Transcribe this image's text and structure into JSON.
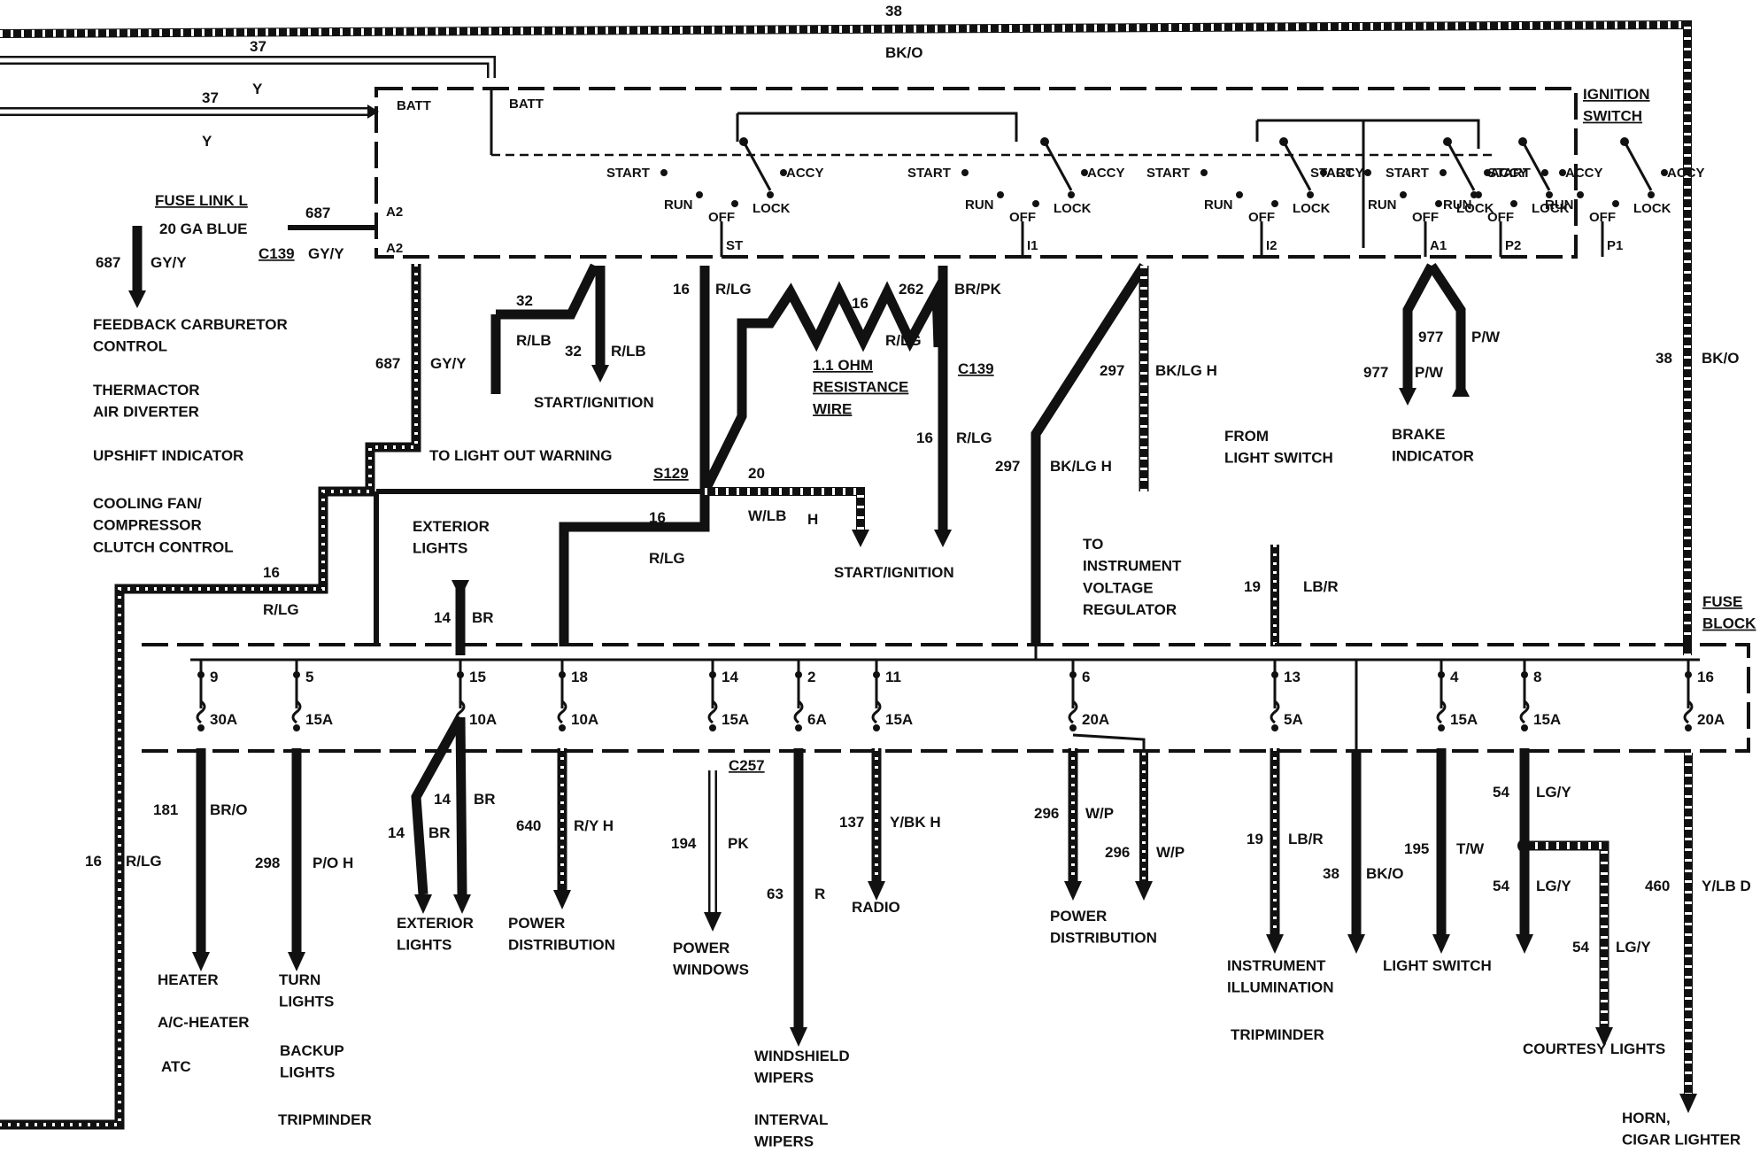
{
  "diagram": {
    "blocks": {
      "ignition_switch": "IGNITION\nSWITCH",
      "fuse_block": "FUSE\nBLOCK"
    },
    "top": {
      "wire_38": "38",
      "wire_38_color": "BK/O",
      "wire_37a": "37",
      "wire_37b": "37",
      "y1": "Y",
      "y2": "Y",
      "batt1": "BATT",
      "batt2": "BATT"
    },
    "switch_sections": [
      {
        "start": "START",
        "run": "RUN",
        "off": "OFF",
        "lock": "LOCK",
        "accy": "ACCY",
        "terminal": "A2"
      },
      {
        "start": "START",
        "run": "RUN",
        "off": "OFF",
        "lock": "LOCK",
        "accy": "ACCY",
        "terminal": "ST"
      },
      {
        "start": "START",
        "run": "RUN",
        "off": "OFF",
        "lock": "LOCK",
        "accy": "ACCY",
        "terminal": "I1"
      },
      {
        "start": "START",
        "run": "RUN",
        "off": "OFF",
        "lock": "LOCK",
        "accy": "ACCY",
        "terminal": "I2"
      },
      {
        "start": "START",
        "run": "RUN",
        "off": "OFF",
        "lock": "LOCK",
        "accy": "ACCY",
        "terminal": "A1"
      },
      {
        "start": "START",
        "run": "RUN",
        "off": "OFF",
        "lock": "LOCK",
        "accy": "ACCY",
        "terminal": "P2"
      },
      {
        "start": "START",
        "run": "RUN",
        "off": "OFF",
        "lock": "LOCK",
        "accy": "ACCY",
        "terminal": "P1"
      }
    ],
    "left_group": {
      "fuse_link": "FUSE LINK L",
      "fuse_link_ga": "20 GA BLUE",
      "connector_c139": "C139",
      "wire_687": "687",
      "color_gyy": "GY/Y",
      "wire_687b": "687",
      "color_gyy_b": "GY/Y",
      "a2_top": "A2",
      "a2_bottom": "A2",
      "feedback": "FEEDBACK CARBURETOR\nCONTROL",
      "thermactor": "THERMACTOR\nAIR DIVERTER",
      "upshift": "UPSHIFT INDICATOR",
      "cooling_fan": "COOLING FAN/\nCOMPRESSOR\nCLUTCH CONTROL",
      "wire_687c": "687",
      "color_gyy_c": "GY/Y",
      "to_light_out": "TO LIGHT OUT WARNING",
      "wire_16": "16",
      "color_rlg": "R/LG",
      "exterior_lights_top": "EXTERIOR\nLIGHTS",
      "wire_16_left": "16",
      "color_rlg_left": "R/LG"
    },
    "center_group": {
      "wire_32a": "32",
      "color_rlb_a": "R/LB",
      "wire_32b": "32",
      "color_rlb_b": "R/LB",
      "start_ignition_1": "START/IGNITION",
      "wire_16a": "16",
      "color_rlg_a": "R/LG",
      "res_16": "16",
      "res_color": "R/LG",
      "wire_262": "262",
      "color_brpk": "BR/PK",
      "resistance": "1.1 OHM\nRESISTANCE\nWIRE",
      "c139": "C139",
      "wire_16c": "16",
      "color_rlg_c": "R/LG",
      "s129": "S129",
      "wire_20": "20",
      "color_wlb": "W/LB",
      "h_mark": "H",
      "wire_16d": "16",
      "color_rlg_d": "R/LG",
      "start_ignition_2": "START/IGNITION",
      "wire_297a": "297",
      "color_bklg_a": "BK/LG H",
      "wire_297b": "297",
      "color_bklg_b": "BK/LG H",
      "to_instrument": "TO\nINSTRUMENT\nVOLTAGE\nREGULATOR",
      "from_light_switch": "FROM\nLIGHT SWITCH",
      "wire_977a": "977",
      "color_pw_a": "P/W",
      "wire_977b": "977",
      "color_pw_b": "P/W",
      "brake_indicator": "BRAKE\nINDICATOR",
      "wire_38_right": "38",
      "color_bko_right": "BK/O",
      "wire_19_top": "19",
      "color_lbr_top": "LB/R",
      "wire_14_top": "14",
      "color_br_top": "BR"
    },
    "fuses": [
      {
        "num": "9",
        "amp": "30A"
      },
      {
        "num": "5",
        "amp": "15A"
      },
      {
        "num": "15",
        "amp": "10A"
      },
      {
        "num": "18",
        "amp": "10A"
      },
      {
        "num": "14",
        "amp": "15A"
      },
      {
        "num": "2",
        "amp": "6A"
      },
      {
        "num": "11",
        "amp": "15A"
      },
      {
        "num": "6",
        "amp": "20A"
      },
      {
        "num": "13",
        "amp": "5A"
      },
      {
        "num": "4",
        "amp": "15A"
      },
      {
        "num": "8",
        "amp": "15A"
      },
      {
        "num": "16",
        "amp": "20A"
      }
    ],
    "outputs": {
      "w181": "181",
      "c181": "BR/O",
      "heater": "HEATER",
      "ac_heater": "A/C-HEATER",
      "atc": "ATC",
      "w298": "298",
      "c298": "P/O H",
      "turn": "TURN\nLIGHTS",
      "backup": "BACKUP\nLIGHTS",
      "tripminder1": "TRIPMINDER",
      "w14a": "14",
      "c14a": "BR",
      "w14b": "14",
      "c14b": "BR",
      "exterior_lights": "EXTERIOR\nLIGHTS",
      "w640": "640",
      "c640": "R/Y H",
      "power_distribution_1": "POWER\nDISTRIBUTION",
      "c257": "C257",
      "w194": "194",
      "c194": "PK",
      "power_windows": "POWER\nWINDOWS",
      "w63": "63",
      "c63": "R",
      "wipers": "WINDSHIELD\nWIPERS",
      "interval": "INTERVAL\nWIPERS",
      "w137": "137",
      "c137": "Y/BK H",
      "radio": "RADIO",
      "w296a": "296",
      "c296a": "W/P",
      "w296b": "296",
      "c296b": "W/P",
      "power_distribution_2": "POWER\nDISTRIBUTION",
      "w19": "19",
      "c19": "LB/R",
      "instrument": "INSTRUMENT\nILLUMINATION",
      "tripminder2": "TRIPMINDER",
      "w38": "38",
      "c38": "BK/O",
      "w195": "195",
      "c195": "T/W",
      "light_switch": "LIGHT SWITCH",
      "w54a": "54",
      "c54a": "LG/Y",
      "w54b": "54",
      "c54b": "LG/Y",
      "w54c": "54",
      "c54c": "LG/Y",
      "courtesy": "COURTESY LIGHTS",
      "w460": "460",
      "c460": "Y/LB D",
      "horn": "HORN,\nCIGAR LIGHTER"
    }
  }
}
